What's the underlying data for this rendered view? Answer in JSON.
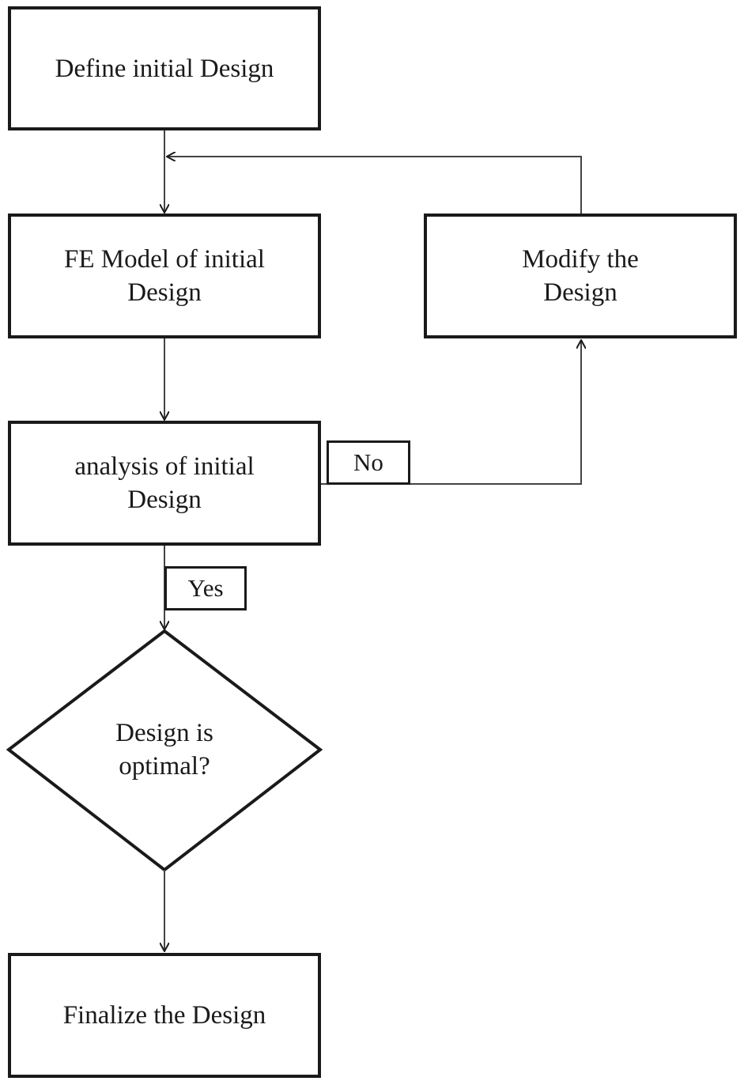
{
  "nodes": {
    "define": "Define initial Design",
    "fe_model": "FE Model of initial\nDesign",
    "modify": "Modify the\nDesign",
    "analysis": "analysis of initial\nDesign",
    "decision": "Design is\noptimal?",
    "finalize": "Finalize the Design"
  },
  "edge_labels": {
    "no": "No",
    "yes": "Yes"
  },
  "colors": {
    "stroke": "#1a1a1a",
    "connector": "#444444",
    "background": "#ffffff"
  }
}
